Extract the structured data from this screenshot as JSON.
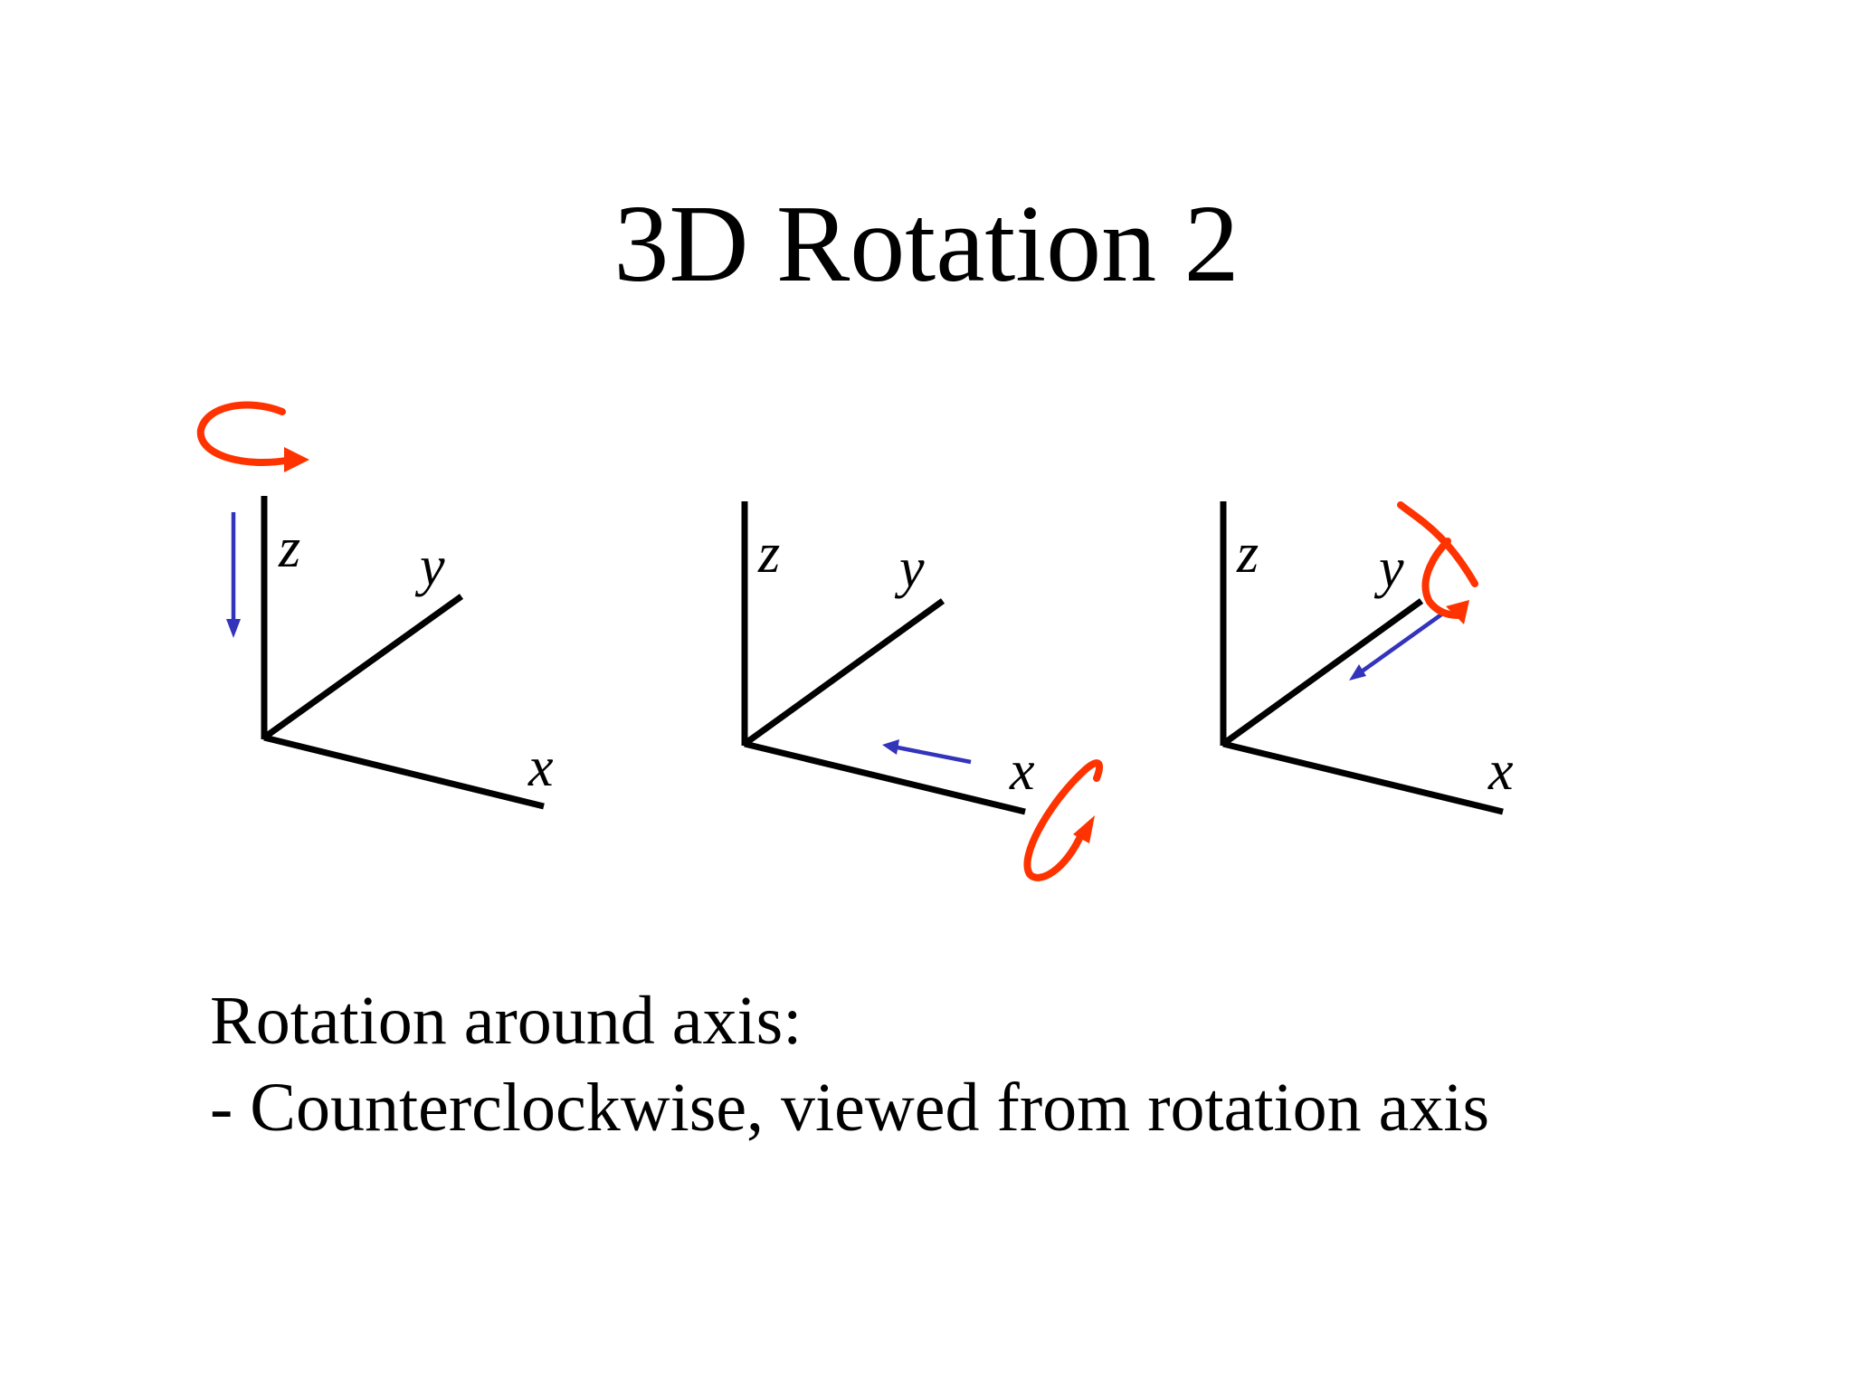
{
  "slide": {
    "title": "3D Rotation 2",
    "body_lines": [
      "Rotation around axis:",
      "- Counterclockwise, viewed from rotation axis"
    ]
  },
  "diagrams": [
    {
      "name": "rotation-about-z",
      "rotation_axis": "z",
      "axis_labels": {
        "z": "z",
        "y": "y",
        "x": "x"
      }
    },
    {
      "name": "rotation-about-x",
      "rotation_axis": "x",
      "axis_labels": {
        "z": "z",
        "y": "y",
        "x": "x"
      }
    },
    {
      "name": "rotation-about-y",
      "rotation_axis": "y",
      "axis_labels": {
        "z": "z",
        "y": "y",
        "x": "x"
      }
    }
  ],
  "colors": {
    "axes": "#000000",
    "rotation_arc": "#ff3300",
    "view_direction_arrow": "#3333bb",
    "background": "#ffffff"
  }
}
